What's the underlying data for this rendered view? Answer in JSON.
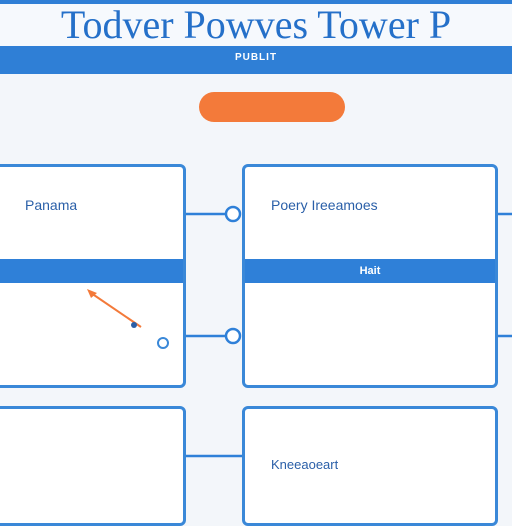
{
  "header": {
    "title": "Todver Powves Tower P",
    "subtitle": "PUBLIT"
  },
  "action_button": {
    "label": ""
  },
  "cards": [
    {
      "label": "Panama",
      "band": "",
      "lines": [
        "",
        "",
        ""
      ]
    },
    {
      "label": "Poery Ireeamoes",
      "sub": "",
      "band": "Hait",
      "lines": [
        "",
        "",
        ""
      ]
    },
    {
      "band": "",
      "lines": [
        "",
        "",
        ""
      ]
    },
    {
      "band": "",
      "lines": [
        "Kneeaoeart",
        "",
        ""
      ]
    }
  ],
  "colors": {
    "header": "#2f7fd6",
    "card_border": "#3a88d8",
    "accent_orange": "#f37a3a",
    "connector": "#2f80d8"
  }
}
